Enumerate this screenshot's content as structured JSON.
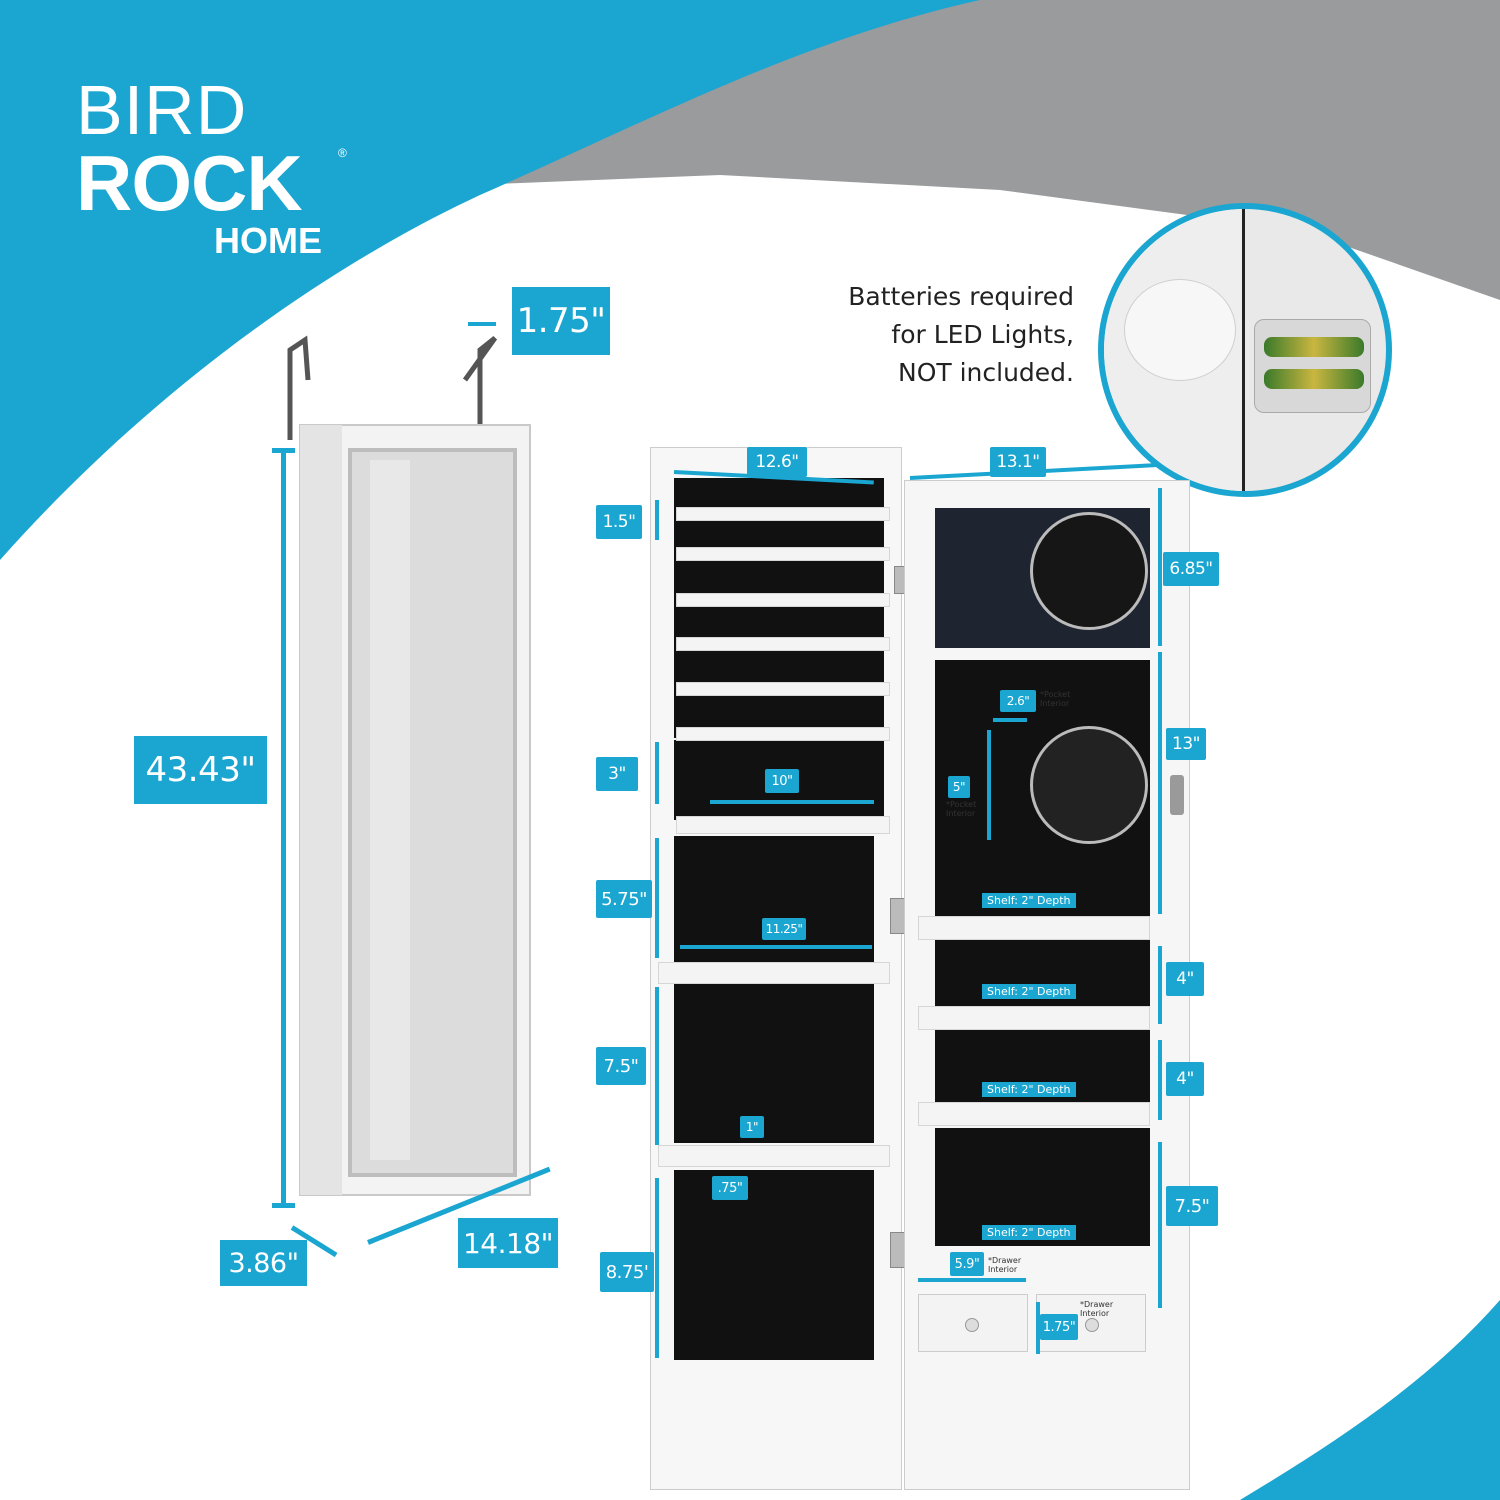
{
  "brand": {
    "line1": "BIRD",
    "line2": "ROCK",
    "line3": "HOME",
    "registered": "®"
  },
  "battery_note": {
    "line1": "Batteries required",
    "line2": "for LED Lights,",
    "line3": "NOT included."
  },
  "colors": {
    "accent": "#1aa6d1",
    "gray_band": "#999b9d",
    "lining": "#111111"
  },
  "dims": {
    "hook_width": "1.75\"",
    "height": "43.43\"",
    "depth": "3.86\"",
    "width": "14.18\"",
    "door_width": "12.6\"",
    "cabinet_width": "13.1\"",
    "row_1_5": "1.5\"",
    "row_3": "3\"",
    "bar_10": "10\"",
    "row_5_75": "5.75\"",
    "bar_11_25": "11.25\"",
    "row_7_5_left": "7.5\"",
    "hook_1": "1\"",
    "hook_075": ".75\"",
    "row_8_75": "8.75'",
    "top_6_85": "6.85\"",
    "pocket_2_6": "2.6\"",
    "pocket_5": "5\"",
    "mid_13": "13\"",
    "shelf_4a": "4\"",
    "shelf_4b": "4\"",
    "bottom_7_5": "7.5\"",
    "drawer_5_9": "5.9\"",
    "drawer_1_75": "1.75\""
  },
  "notes": {
    "pocket_interior_a": "*Pocket Interior",
    "pocket_interior_b": "*Pocket Interior",
    "drawer_interior_a": "*Drawer Interior",
    "drawer_interior_b": "*Drawer Interior"
  },
  "shelves": [
    "Shelf: 2\" Depth",
    "Shelf: 2\" Depth",
    "Shelf: 2\" Depth",
    "Shelf: 2\" Depth"
  ]
}
